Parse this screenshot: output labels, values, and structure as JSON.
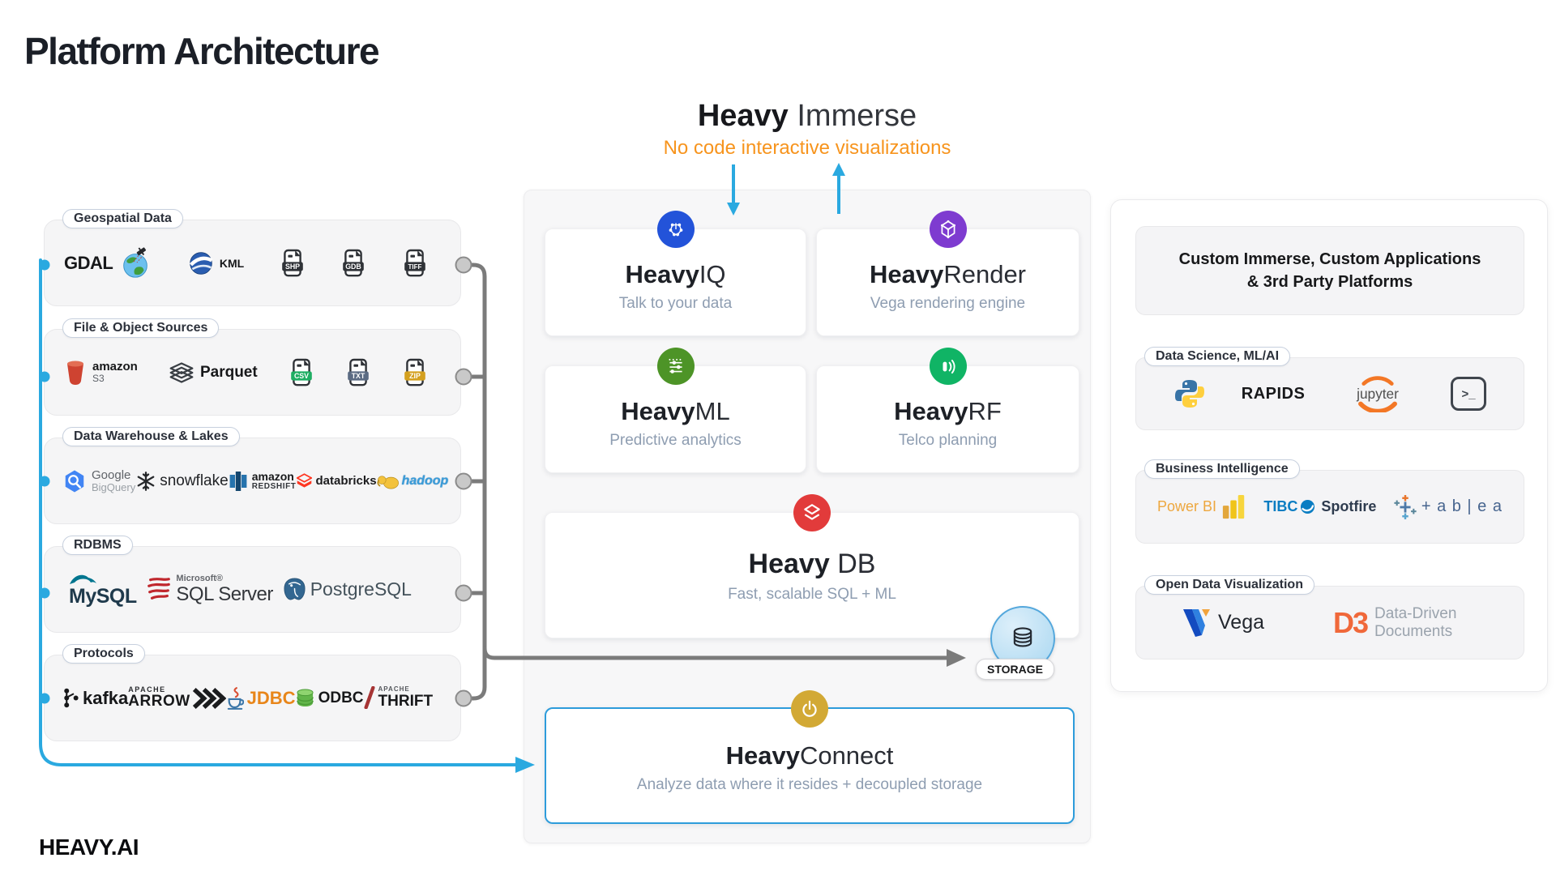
{
  "page": {
    "title": "Platform Architecture",
    "brand": "HEAVY.AI"
  },
  "immerse": {
    "bold": "Heavy",
    "rest": " Immerse",
    "subtitle": "No code interactive visualizations"
  },
  "source_groups": [
    {
      "label": "Geospatial Data"
    },
    {
      "label": "File & Object Sources"
    },
    {
      "label": "Data Warehouse & Lakes"
    },
    {
      "label": "RDBMS"
    },
    {
      "label": "Protocols"
    }
  ],
  "logos": {
    "gdal": "GDAL",
    "kml": "KML",
    "shp": "SHP",
    "gdb": "GDB",
    "tiff": "TIFF",
    "amazon": "amazon",
    "s3": "S3",
    "parquet": "Parquet",
    "csv": "CSV",
    "txt": "TXT",
    "zip": "ZIP",
    "google": "Google",
    "bigquery": "BigQuery",
    "snowflake": "snowflake",
    "redshift": "REDSHIFT",
    "databricks": "databricks",
    "hadoop": "hadoop",
    "mysql": "MySQL",
    "microsoft": "Microsoft®",
    "sqlserver": "SQL Server",
    "postgresql": "PostgreSQL",
    "kafka": "kafka",
    "apache": "APACHE",
    "arrow": "ARROW",
    "jdbc": "JDBC",
    "odbc": "ODBC",
    "thrift": "THRIFT"
  },
  "cards": {
    "iq": {
      "bold": "Heavy",
      "rest": "IQ",
      "subtitle": "Talk to your data"
    },
    "render": {
      "bold": "Heavy",
      "rest": "Render",
      "subtitle": "Vega rendering engine"
    },
    "ml": {
      "bold": "Heavy",
      "rest": "ML",
      "subtitle": "Predictive analytics"
    },
    "rf": {
      "bold": "Heavy",
      "rest": "RF",
      "subtitle": "Telco planning"
    },
    "db": {
      "bold": "Heavy",
      "rest": " DB",
      "subtitle": "Fast, scalable SQL + ML"
    },
    "connect": {
      "bold": "Heavy",
      "rest": "Connect",
      "subtitle": "Analyze data where it resides + decoupled storage"
    }
  },
  "storage": {
    "label": "STORAGE"
  },
  "right_panel": {
    "header": "Custom Immerse, Custom Applications & 3rd Party Platforms",
    "groups": [
      {
        "label": "Data Science, ML/AI"
      },
      {
        "label": "Business Intelligence"
      },
      {
        "label": "Open Data Visualization"
      }
    ],
    "rapids": "RAPIDS",
    "jupyter": "jupyter",
    "terminal": ">_",
    "powerbi": "Power BI",
    "tibco": "TIBC",
    "spotfire": "Spotfire",
    "tableau": "+ a b | e a",
    "vega": "Vega",
    "d3": "D3",
    "d3_line1": "Data-Driven",
    "d3_line2": "Documents"
  },
  "colors": {
    "accent_blue": "#2AA9E0",
    "line_gray": "#7B7B7B",
    "orange": "#F7941D",
    "iq": "#2353D9",
    "render": "#7E3BD0",
    "ml": "#4D9427",
    "rf": "#10B465",
    "db": "#E23B3B",
    "connect": "#D2A935",
    "connect_border": "#2D9CDB"
  }
}
